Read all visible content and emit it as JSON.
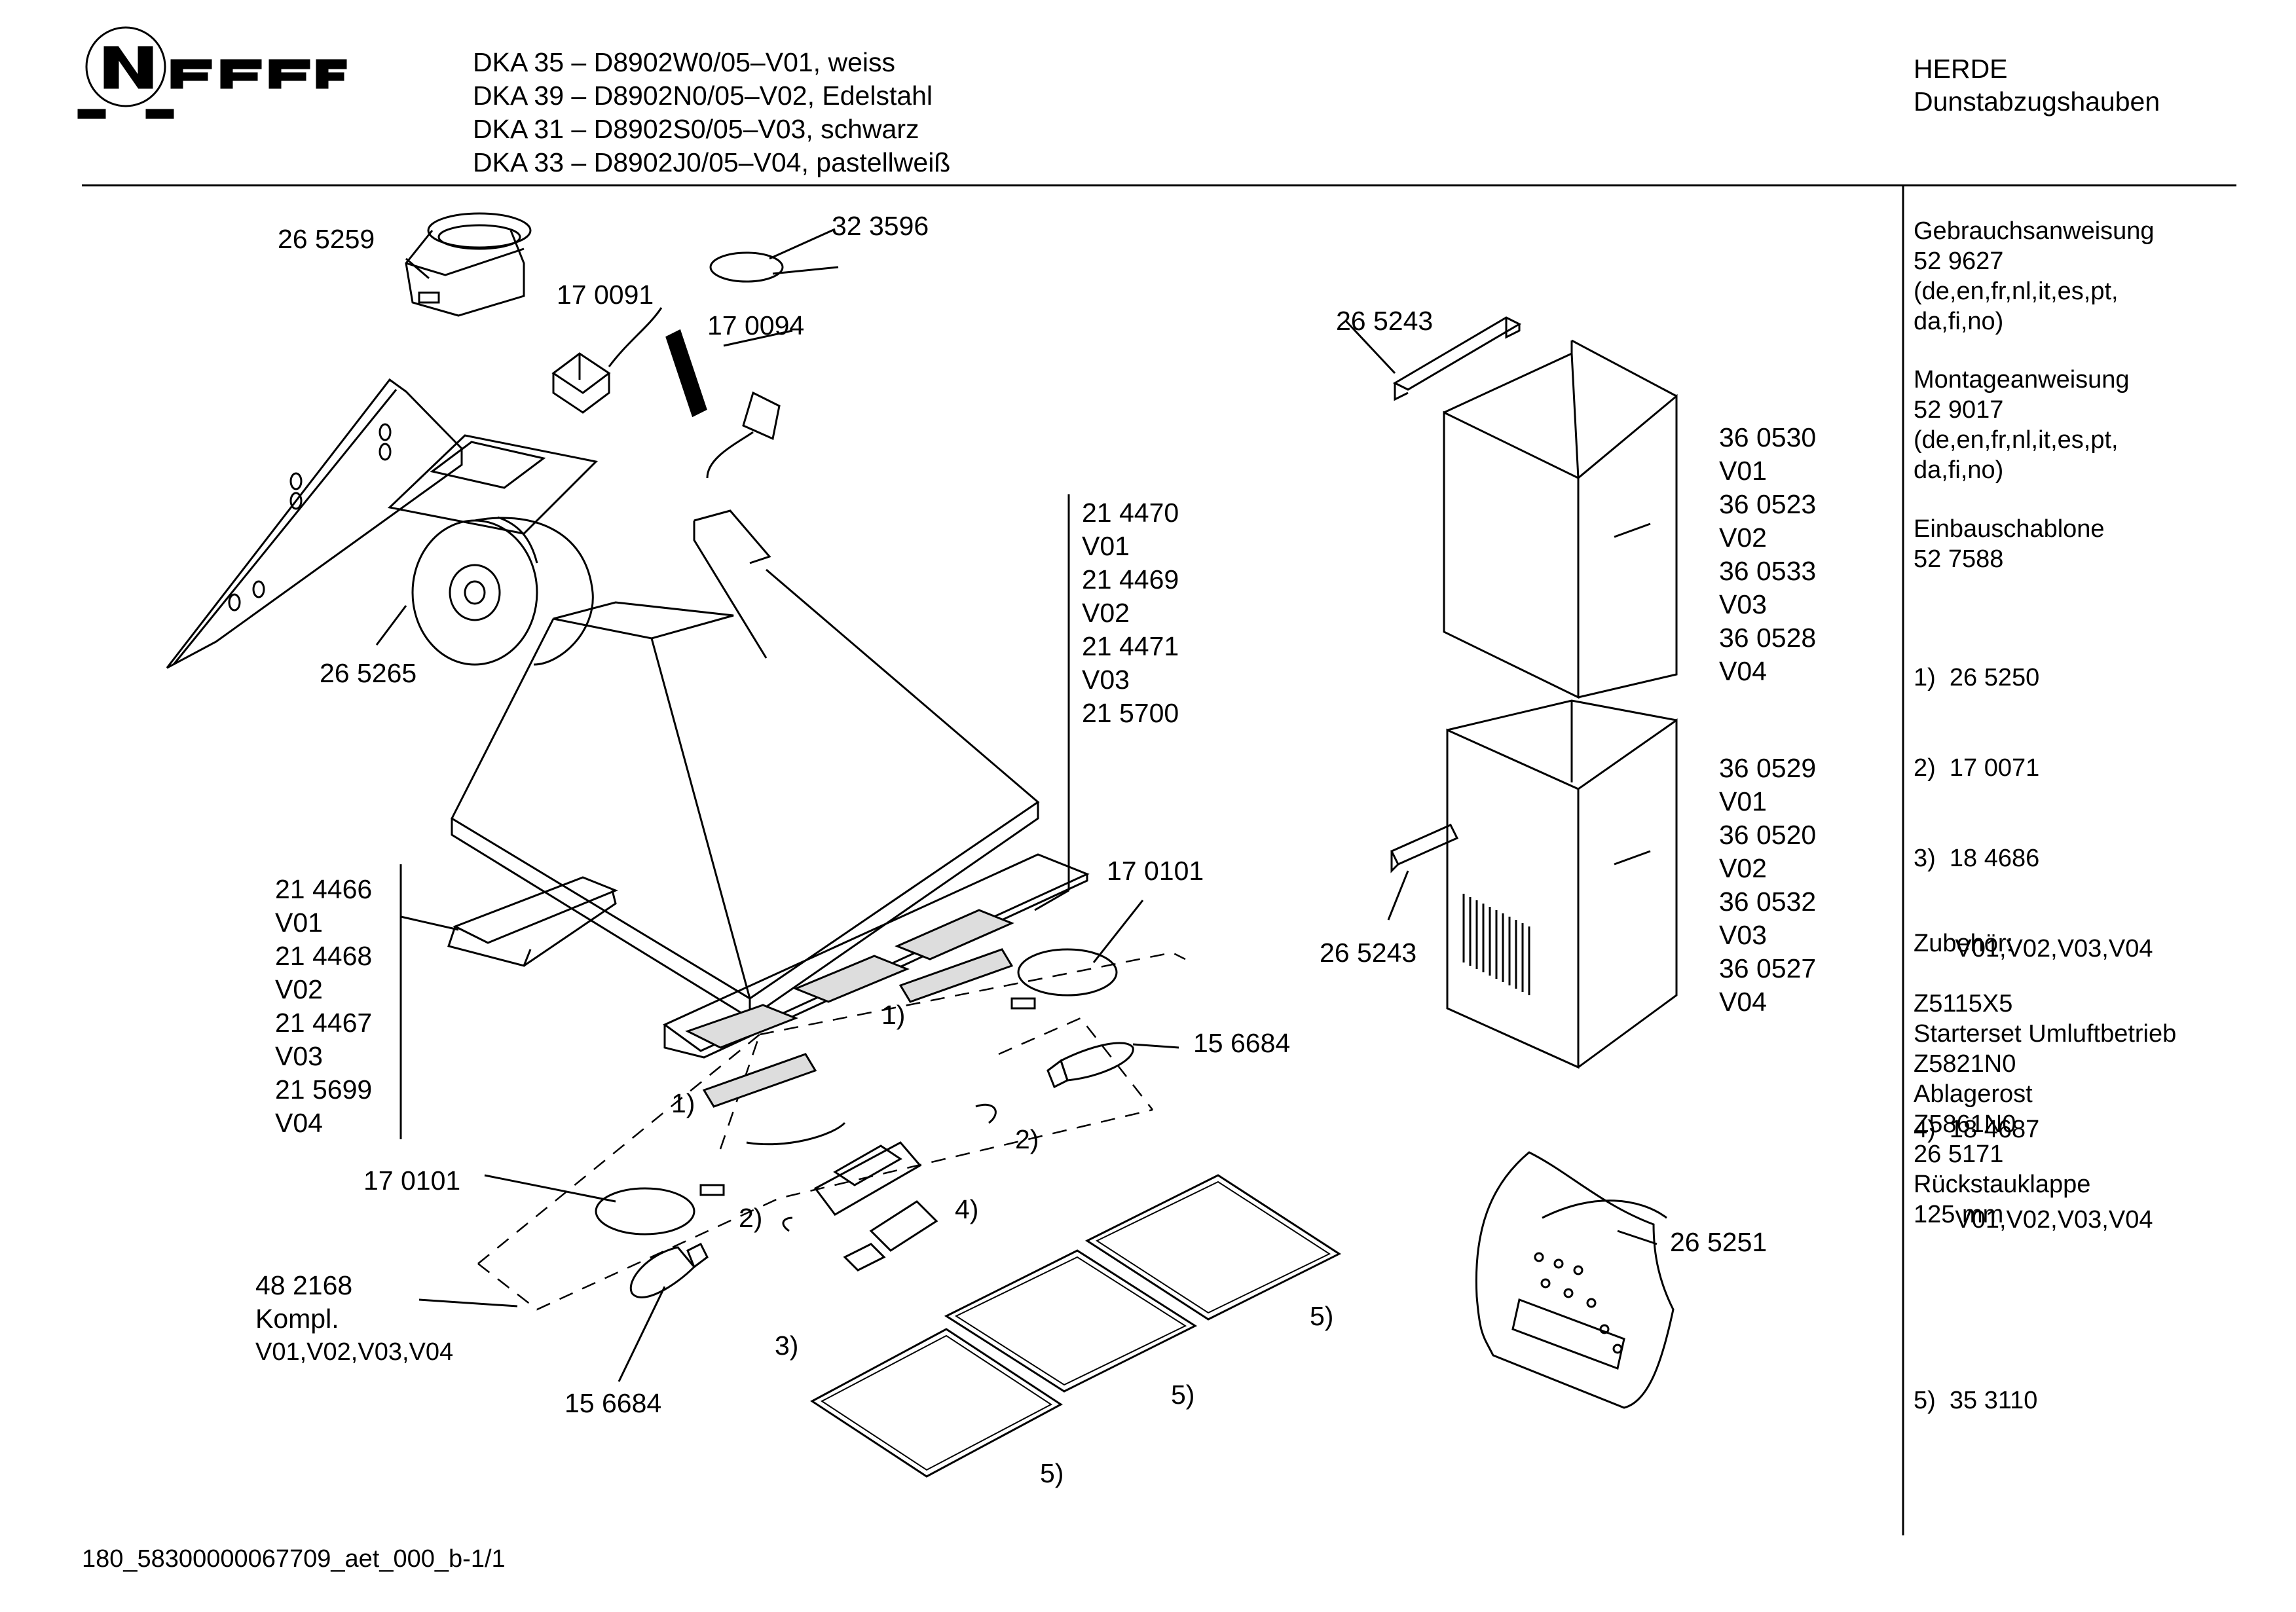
{
  "brand": "NEFF",
  "header": {
    "models": [
      "DKA 35 – D8902W0/05–V01, weiss",
      "DKA 39 – D8902N0/05–V02, Edelstahl",
      "DKA 31 – D8902S0/05–V03, schwarz",
      "DKA 33 – D8902J0/05–V04, pastellweiß"
    ],
    "category": "HERDE",
    "subcategory": "Dunstabzugshauben"
  },
  "sidebar": {
    "manual_label": "Gebrauchsanweisung",
    "manual_number": "52 9627",
    "manual_langs_1": "(de,en,fr,nl,it,es,pt,",
    "manual_langs_2": "da,fi,no)",
    "install_label": "Montageanweisung",
    "install_number": "52 9017",
    "install_langs_1": "(de,en,fr,nl,it,es,pt,",
    "install_langs_2": "da,fi,no)",
    "template_label": "Einbauschablone",
    "template_number": "52 7588",
    "footnotes": [
      "1)  26 5250",
      "2)  17 0071",
      "3)  18 4686",
      "      V01,V02,V03,V04",
      "4)  18 4687",
      "      V01,V02,V03,V04",
      "5)  35 3110"
    ],
    "accessories_label": "Zubehör:",
    "accessories": [
      "Z5115X5",
      "Starterset Umluftbetrieb",
      "Z5821N0",
      "Ablagerost",
      "Z5861N0",
      "26 5171",
      "Rückstauklappe",
      "125 mm"
    ]
  },
  "parts": {
    "p265259": "26 5259",
    "p323596": "32 3596",
    "p170091": "17 0091",
    "p170094": "17 0094",
    "p265265": "26 5265",
    "hood": [
      "21 4470",
      "V01",
      "21 4469",
      "V02",
      "21 4471",
      "V03",
      "21 5700"
    ],
    "plate": [
      "21 4466",
      "V01",
      "21 4468",
      "V02",
      "21 4467",
      "V03",
      "21 5699",
      "V04"
    ],
    "p170101a": "17 0101",
    "p170101b": "17 0101",
    "p156684a": "15 6684",
    "p156684b": "15 6684",
    "kit": [
      "48 2168",
      "Kompl.",
      "V01,V02,V03,V04"
    ],
    "p265243a": "26 5243",
    "p265243b": "26 5243",
    "chimney_upper": [
      "36 0530",
      "V01",
      "36 0523",
      "V02",
      "36 0533",
      "V03",
      "36 0528",
      "V04"
    ],
    "chimney_lower": [
      "36 0529",
      "V01",
      "36 0520",
      "V02",
      "36 0532",
      "V03",
      "36 0527",
      "V04"
    ],
    "p265251": "26 5251",
    "ref1a": "1)",
    "ref1b": "1)",
    "ref2a": "2)",
    "ref2b": "2)",
    "ref3": "3)",
    "ref4": "4)",
    "ref5a": "5)",
    "ref5b": "5)",
    "ref5c": "5)"
  },
  "footer": {
    "doc_id": "180_58300000067709_aet_000_b-1/1"
  }
}
